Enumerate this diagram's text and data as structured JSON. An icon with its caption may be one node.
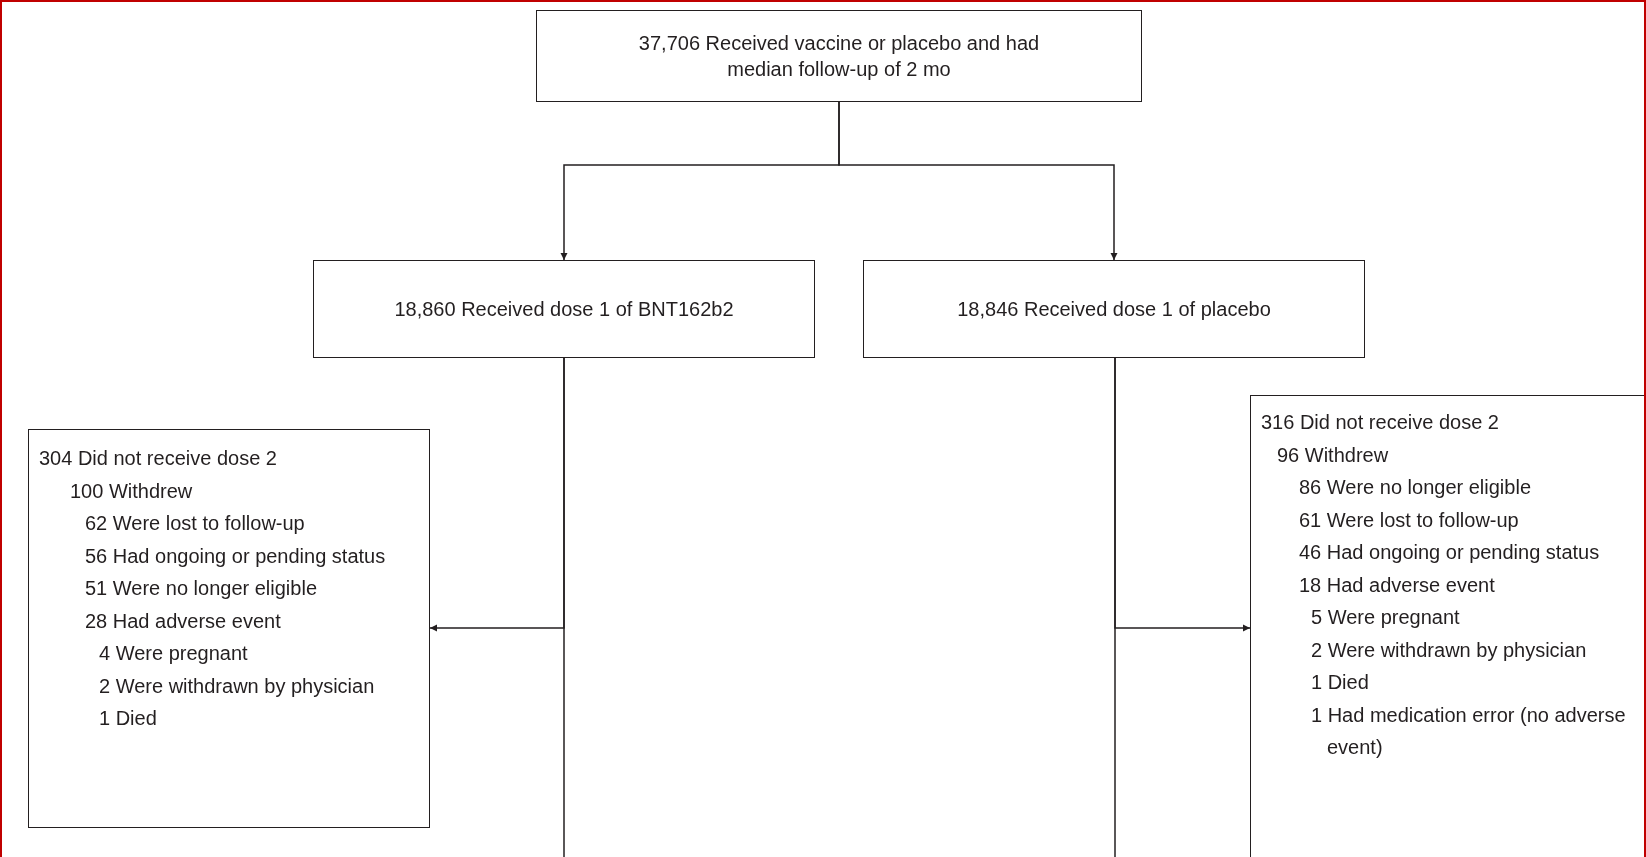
{
  "diagram": {
    "nodes": [
      {
        "text": [
          "37,706 Received vaccine or placebo and had median follow-up of 2 mo"
        ]
      },
      {
        "text": [
          "18,860 Received dose 1 of BNT162b2"
        ]
      },
      {
        "text": [
          "18,846 Received dose 1 of placebo"
        ]
      },
      {
        "text": [
          "304 Did not receive dose 2",
          "100 Withdrew",
          "62 Were lost to follow-up",
          "56 Had ongoing or pending status",
          "51 Were no longer eligible",
          "28 Had adverse event",
          "4 Were pregnant",
          "2 Were withdrawn by physician",
          "1 Died"
        ]
      },
      {
        "text": [
          "316 Did not receive dose 2",
          "96 Withdrew",
          "86 Were no longer eligible",
          "61 Were lost to follow-up",
          "46 Had ongoing or pending status",
          "18 Had adverse event",
          "5 Were pregnant",
          "2 Were withdrawn by physician",
          "1 Died",
          "1 Had medication error (no adverse event)"
        ]
      }
    ],
    "edges": [
      {
        "from": 0,
        "to": 1,
        "arrow": "to"
      },
      {
        "from": 0,
        "to": 2,
        "arrow": "to"
      },
      {
        "from": 1,
        "to": 3,
        "arrow": "to"
      },
      {
        "from": 2,
        "to": 4,
        "arrow": "to"
      },
      {
        "from": 1,
        "to": null,
        "arrow": "none"
      },
      {
        "from": 2,
        "to": null,
        "arrow": "none"
      }
    ]
  }
}
